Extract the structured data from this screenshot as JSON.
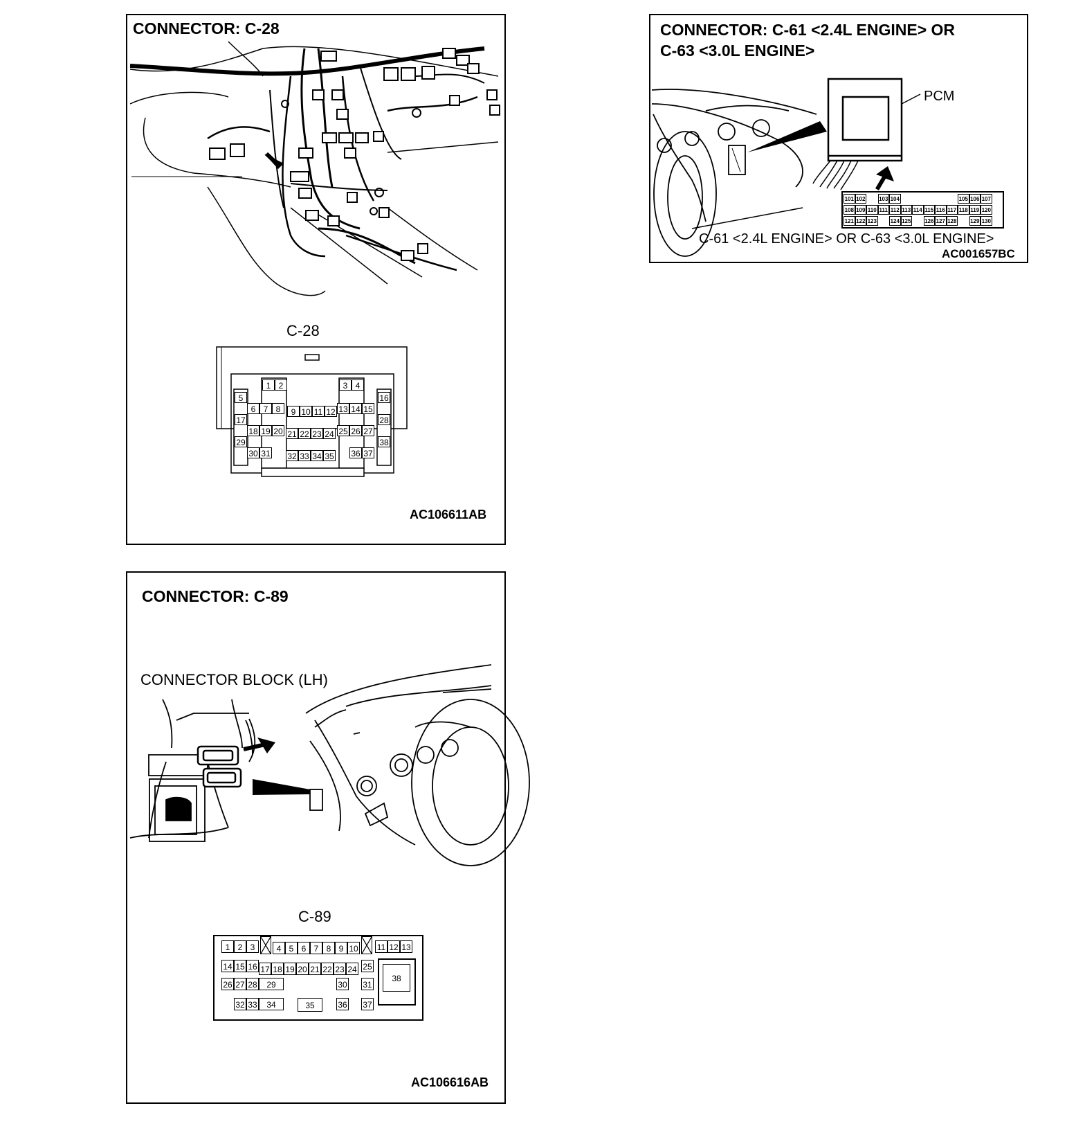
{
  "panels": {
    "c28": {
      "title": "CONNECTOR: C-28",
      "connector_label": "C-28",
      "code": "AC106611AB",
      "pins": {
        "p1": "1",
        "p2": "2",
        "p3": "3",
        "p4": "4",
        "p5": "5",
        "p6": "6",
        "p7": "7",
        "p8": "8",
        "p9": "9",
        "p10": "10",
        "p11": "11",
        "p12": "12",
        "p13": "13",
        "p14": "14",
        "p15": "15",
        "p16": "16",
        "p17": "17",
        "p18": "18",
        "p19": "19",
        "p20": "20",
        "p21": "21",
        "p22": "22",
        "p23": "23",
        "p24": "24",
        "p25": "25",
        "p26": "26",
        "p27": "27",
        "p28": "28",
        "p29": "29",
        "p30": "30",
        "p31": "31",
        "p32": "32",
        "p33": "33",
        "p34": "34",
        "p35": "35",
        "p36": "36",
        "p37": "37",
        "p38": "38"
      }
    },
    "c61": {
      "title_line1": "CONNECTOR: C-61 <2.4L ENGINE> OR",
      "title_line2": "C-63 <3.0L ENGINE>",
      "pcm_label": "PCM",
      "connector_caption": "C-61 <2.4L ENGINE> OR C-63 <3.0L ENGINE>",
      "code": "AC001657BC",
      "pins_row1": [
        "101",
        "102",
        "103",
        "104",
        "105",
        "106",
        "107"
      ],
      "pins_row2": [
        "108",
        "109",
        "110",
        "111",
        "112",
        "113",
        "114",
        "115",
        "116",
        "117",
        "118",
        "119",
        "120"
      ],
      "pins_row3": [
        "121",
        "122",
        "123",
        "124",
        "125",
        "126",
        "127",
        "128",
        "129",
        "130"
      ]
    },
    "c89": {
      "title": "CONNECTOR: C-89",
      "block_label": "CONNECTOR BLOCK (LH)",
      "connector_label": "C-89",
      "code": "AC106616AB",
      "pins": {
        "p1": "1",
        "p2": "2",
        "p3": "3",
        "p4": "4",
        "p5": "5",
        "p6": "6",
        "p7": "7",
        "p8": "8",
        "p9": "9",
        "p10": "10",
        "p11": "11",
        "p12": "12",
        "p13": "13",
        "p14": "14",
        "p15": "15",
        "p16": "16",
        "p17": "17",
        "p18": "18",
        "p19": "19",
        "p20": "20",
        "p21": "21",
        "p22": "22",
        "p23": "23",
        "p24": "24",
        "p25": "25",
        "p26": "26",
        "p27": "27",
        "p28": "28",
        "p29": "29",
        "p30": "30",
        "p31": "31",
        "p32": "32",
        "p33": "33",
        "p34": "34",
        "p35": "35",
        "p36": "36",
        "p37": "37",
        "p38": "38"
      }
    }
  }
}
